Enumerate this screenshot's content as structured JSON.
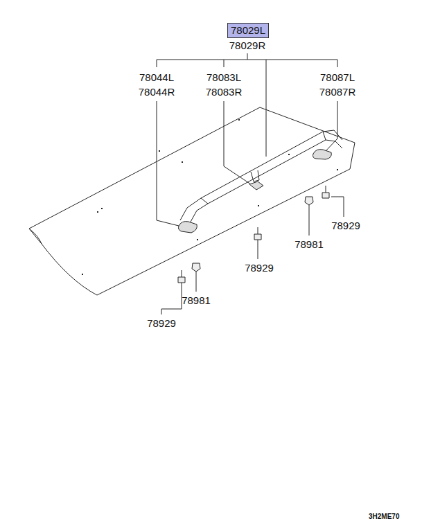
{
  "diagram": {
    "nodes": [
      {
        "text": [
          "78029L"
        ]
      }
    ],
    "labels": [
      "78029R",
      "78044L",
      "78044R",
      "78083L",
      "78083R",
      "78087L",
      "78087R",
      "78929",
      "78981",
      "78929",
      "78981",
      "78929",
      "3H2ME70"
    ]
  }
}
